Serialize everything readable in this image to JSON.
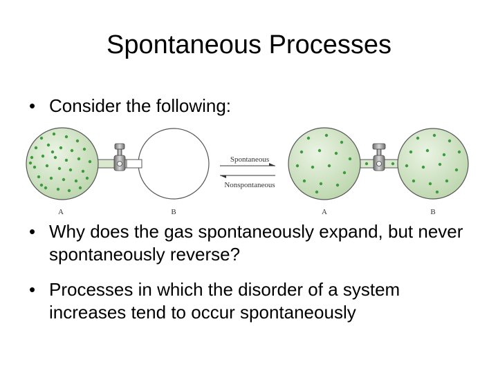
{
  "slide": {
    "title": "Spontaneous Processes",
    "bullets": [
      {
        "marker": "•",
        "text": "Consider the following:"
      },
      {
        "marker": "•",
        "text": "Why does the gas spontaneously expand, but never spontaneously reverse?"
      },
      {
        "marker": "•",
        "text": "Processes in which the disorder of a system increases tend to occur spontaneously"
      }
    ]
  },
  "figure": {
    "arrow_forward_label": "Spontaneous",
    "arrow_reverse_label": "Nonspontaneous",
    "left_apparatus": {
      "flask_a_label": "A",
      "flask_b_label": "B"
    },
    "right_apparatus": {
      "flask_a_label": "A",
      "flask_b_label": "B"
    },
    "colors": {
      "gas_fill": "#d9e8cf",
      "gas_particle": "#3f9a3f",
      "outline": "#555555",
      "valve": "#9a9a9a"
    }
  }
}
